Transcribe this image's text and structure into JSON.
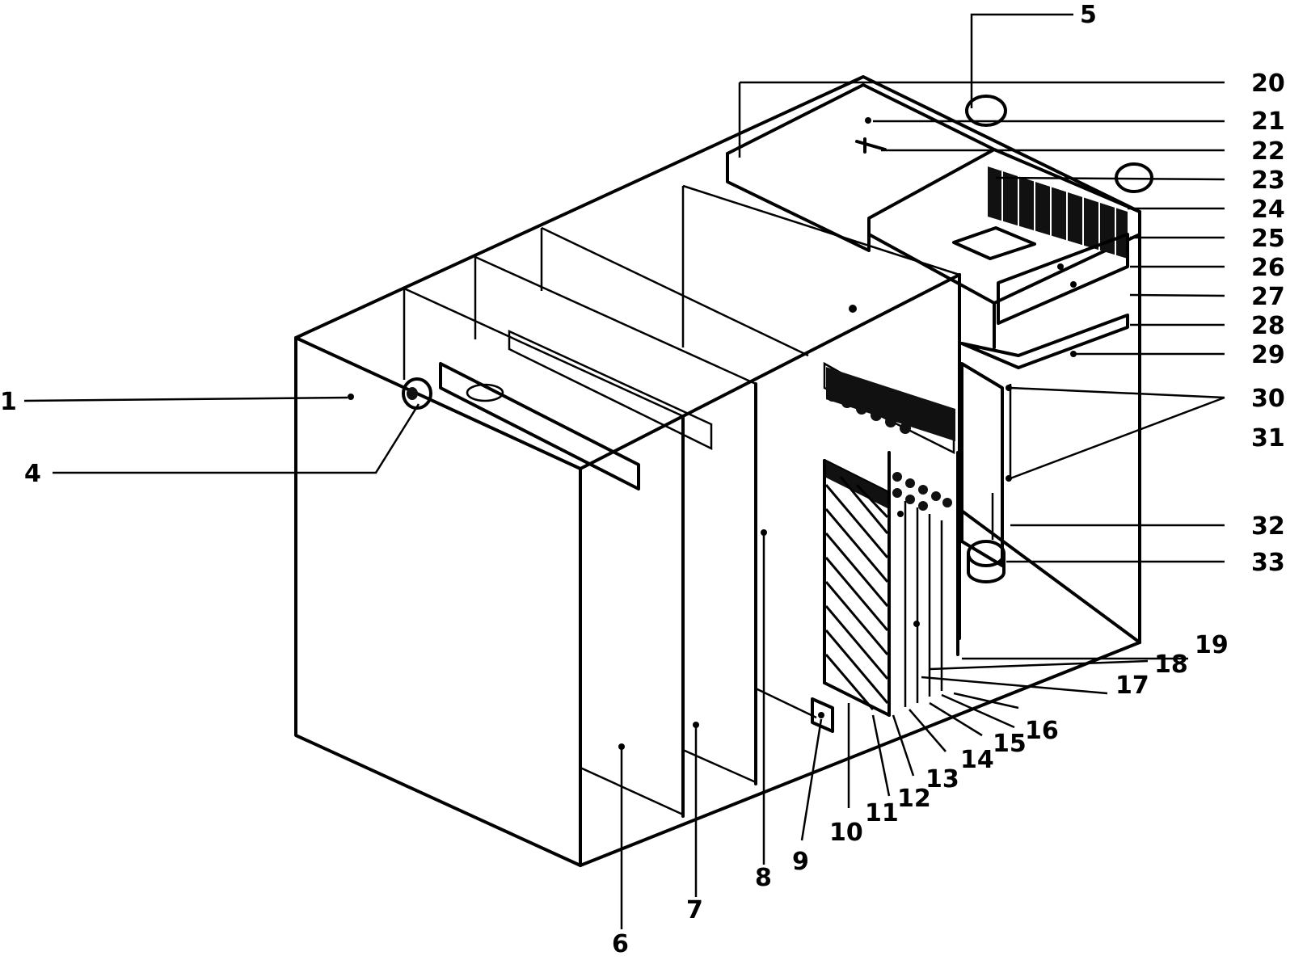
{
  "labels": {
    "l1": "1",
    "l4": "4",
    "l5": "5",
    "l6": "6",
    "l7": "7",
    "l8": "8",
    "l9": "9",
    "l10": "10",
    "l11": "11",
    "l12": "12",
    "l13": "13",
    "l14": "14",
    "l15": "15",
    "l16": "16",
    "l17": "17",
    "l18": "18",
    "l19": "19",
    "l20": "20",
    "l21": "21",
    "l22": "22",
    "l23": "23",
    "l24": "24",
    "l25": "25",
    "l26": "26",
    "l27": "27",
    "l28": "28",
    "l29": "29",
    "l30": "30",
    "l31": "31",
    "l32": "32",
    "l33": "33"
  }
}
